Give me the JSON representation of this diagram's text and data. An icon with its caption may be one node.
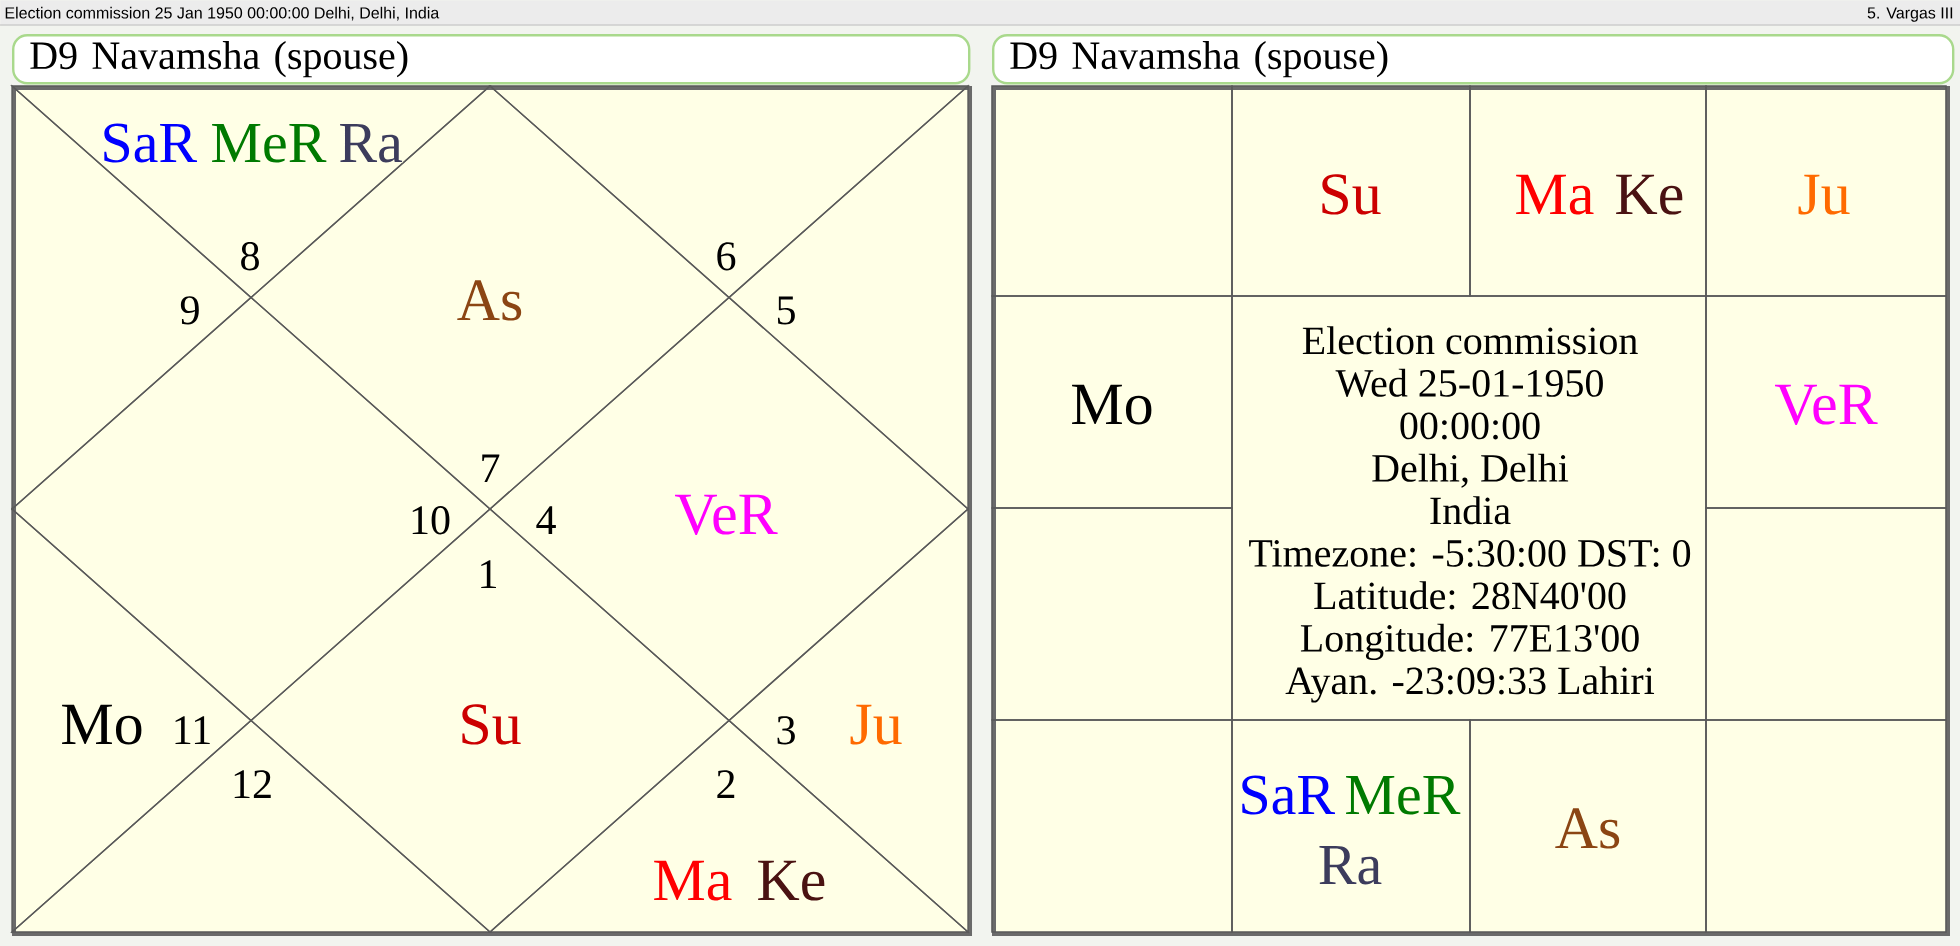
{
  "diagram": {
    "nodes": [
      {
        "text": [
          "Election commission 25 Jan 1950 00:00:00 Delhi, Delhi, India",
          "5. Vargas III"
        ]
      },
      {
        "text": [
          "D9 Navamsha (spouse)"
        ]
      },
      {
        "text": [],
        "shape": "box"
      },
      {
        "text": [
          "As",
          "7"
        ],
        "in": 2
      },
      {
        "text": [
          "SaR",
          "MeR",
          "Ra",
          "8"
        ],
        "in": 2
      },
      {
        "text": [
          "9"
        ],
        "in": 2
      },
      {
        "text": [
          "10"
        ],
        "in": 2
      },
      {
        "text": [
          "Mo",
          "11"
        ],
        "in": 2
      },
      {
        "text": [
          "12"
        ],
        "in": 2
      },
      {
        "text": [
          "1",
          "Su"
        ],
        "in": 2
      },
      {
        "text": [
          "2",
          "Ma",
          "Ke"
        ],
        "in": 2
      },
      {
        "text": [
          "3",
          "Ju"
        ],
        "in": 2
      },
      {
        "text": [
          "4",
          "VeR"
        ],
        "in": 2
      },
      {
        "text": [
          "5"
        ],
        "in": 2
      },
      {
        "text": [
          "6"
        ],
        "in": 2
      },
      {
        "text": [
          "D9 Navamsha (spouse)"
        ]
      },
      {
        "text": [],
        "shape": "box"
      },
      {
        "text": [],
        "shape": "box",
        "in": 16
      },
      {
        "text": [
          "Su"
        ],
        "in": 16
      },
      {
        "text": [
          "Ma",
          "Ke"
        ],
        "in": 16
      },
      {
        "text": [
          "Ju"
        ],
        "in": 16
      },
      {
        "text": [
          "Mo"
        ],
        "in": 16
      },
      {
        "text": [
          "Election commission",
          "Wed 25-01-1950",
          "00:00:00",
          "Delhi, Delhi",
          "India",
          "Timezone: -5:30:00 DST: 0",
          "Latitude: 28N40'00",
          "Longitude: 77E13'00",
          "Ayan. -23:09:33 Lahiri"
        ],
        "in": 16
      },
      {
        "text": [
          "VeR"
        ],
        "in": 16
      },
      {
        "text": [],
        "shape": "box",
        "in": 16
      },
      {
        "text": [],
        "shape": "box",
        "in": 16
      },
      {
        "text": [],
        "shape": "box",
        "in": 16
      },
      {
        "text": [
          "SaR",
          "MeR",
          "Ra"
        ],
        "in": 16
      },
      {
        "text": [
          "As"
        ],
        "in": 16
      },
      {
        "text": [],
        "shape": "box",
        "in": 16
      }
    ]
  }
}
